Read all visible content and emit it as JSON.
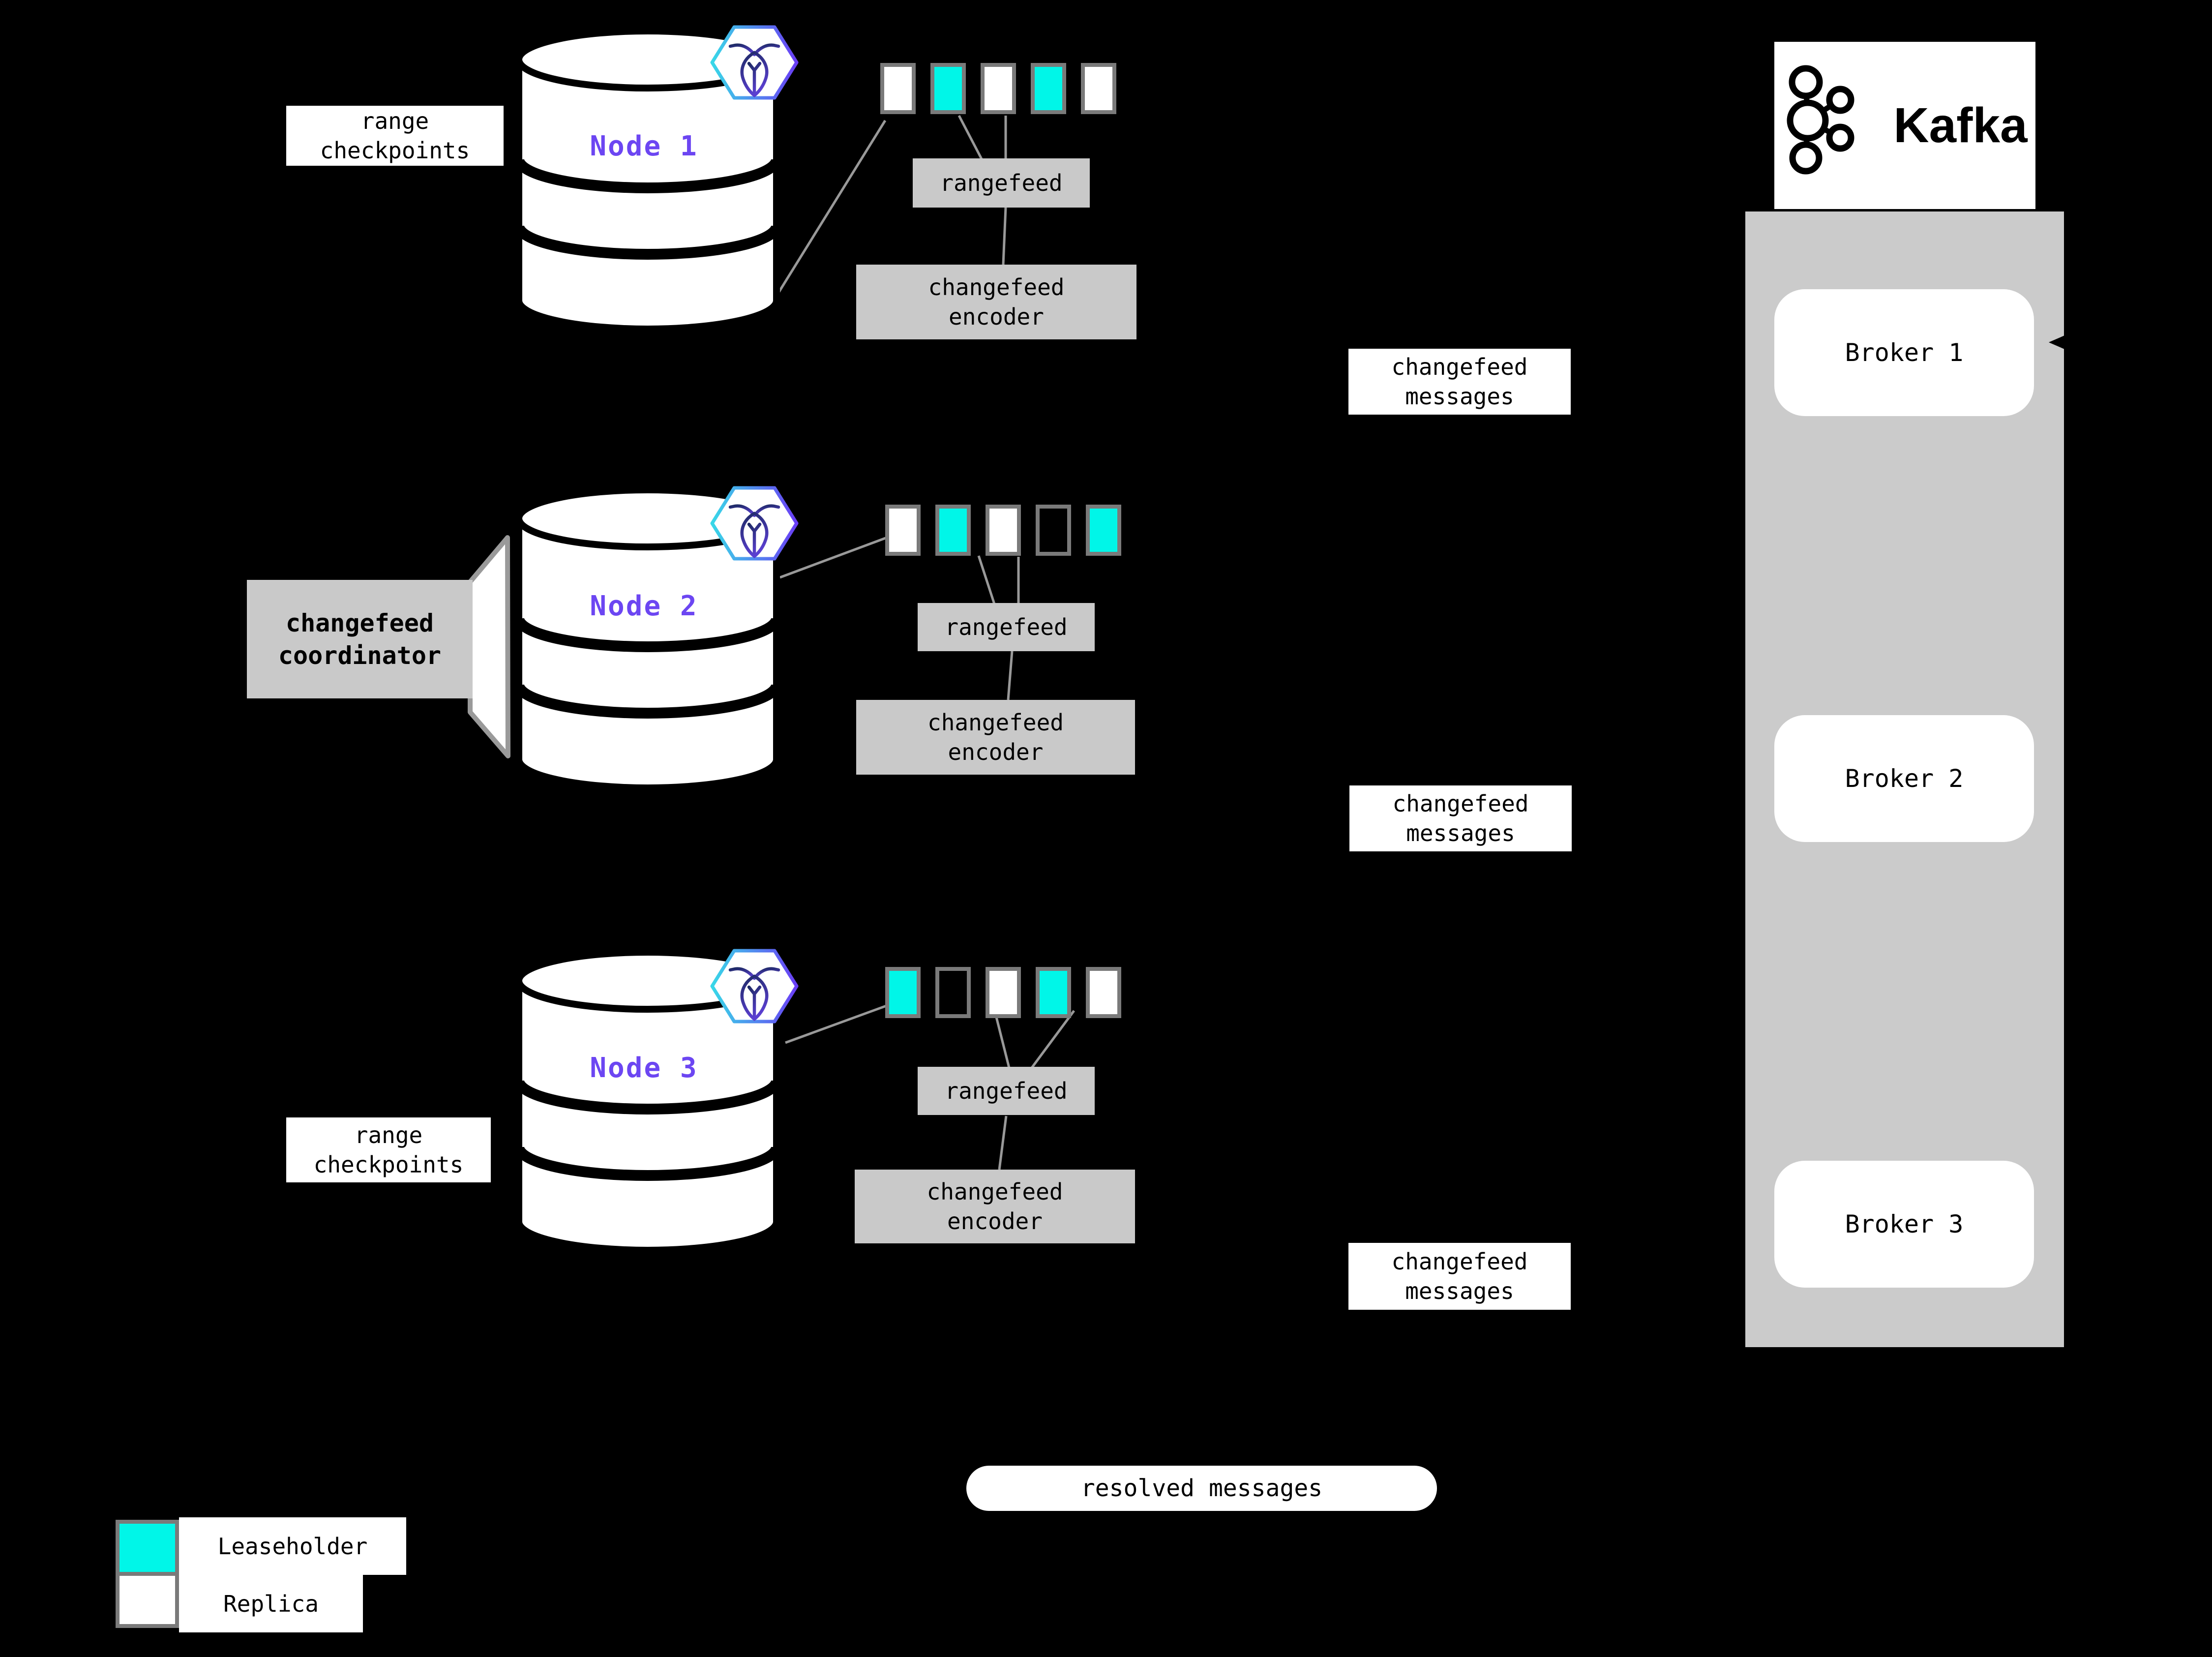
{
  "colors": {
    "background": "#000000",
    "leaseholder": "#00F6E8",
    "replica": "#FFFFFF",
    "box-gray": "#C9C9C9",
    "panel-gray": "#CBCBCB",
    "node-purple": "#6C46F2",
    "range-border": "#7A7A7A",
    "connector": "#999999"
  },
  "nodes": [
    {
      "name": "Node 1",
      "ranges": [
        "replica",
        "leaseholder",
        "replica",
        "leaseholder",
        "replica"
      ]
    },
    {
      "name": "Node 2",
      "ranges": [
        "replica",
        "leaseholder",
        "replica",
        "empty",
        "leaseholder"
      ]
    },
    {
      "name": "Node 3",
      "ranges": [
        "leaseholder",
        "empty",
        "replica",
        "leaseholder",
        "replica"
      ]
    }
  ],
  "labels": {
    "range_checkpoints": "range\ncheckpoints",
    "rangefeed": "rangefeed",
    "changefeed_encoder": "changefeed\nencoder",
    "changefeed_messages": "changefeed\nmessages",
    "changefeed_coordinator": "changefeed\ncoordinator",
    "resolved_messages": "resolved messages"
  },
  "kafka": {
    "wordmark": "Kafka",
    "brokers": [
      {
        "label": "Broker 1"
      },
      {
        "label": "Broker 2"
      },
      {
        "label": "Broker 3"
      }
    ]
  },
  "legend": [
    {
      "key": "leaseholder",
      "label": "Leaseholder"
    },
    {
      "key": "replica",
      "label": "Replica"
    }
  ]
}
